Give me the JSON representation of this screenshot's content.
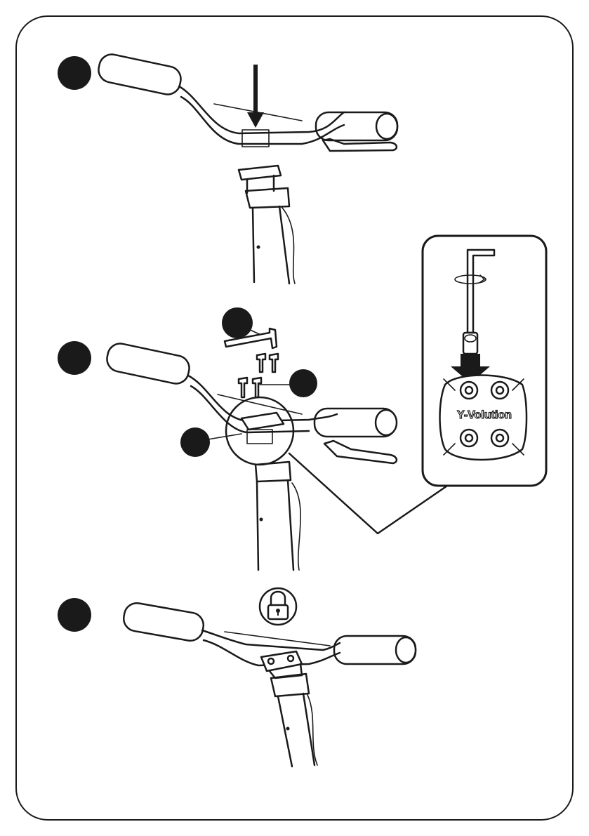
{
  "steps": [
    {
      "number_marker": "filled-circle"
    },
    {
      "number_marker": "filled-circle"
    },
    {
      "number_marker": "filled-circle"
    }
  ],
  "detail_inset": {
    "brand_label": "Y-Volution"
  },
  "icons": {
    "step3": "padlock-icon",
    "step1": "down-arrow-icon",
    "inset": "hex-key-rotate-icon"
  },
  "colors": {
    "ink": "#1a1a1a",
    "background": "#ffffff"
  }
}
